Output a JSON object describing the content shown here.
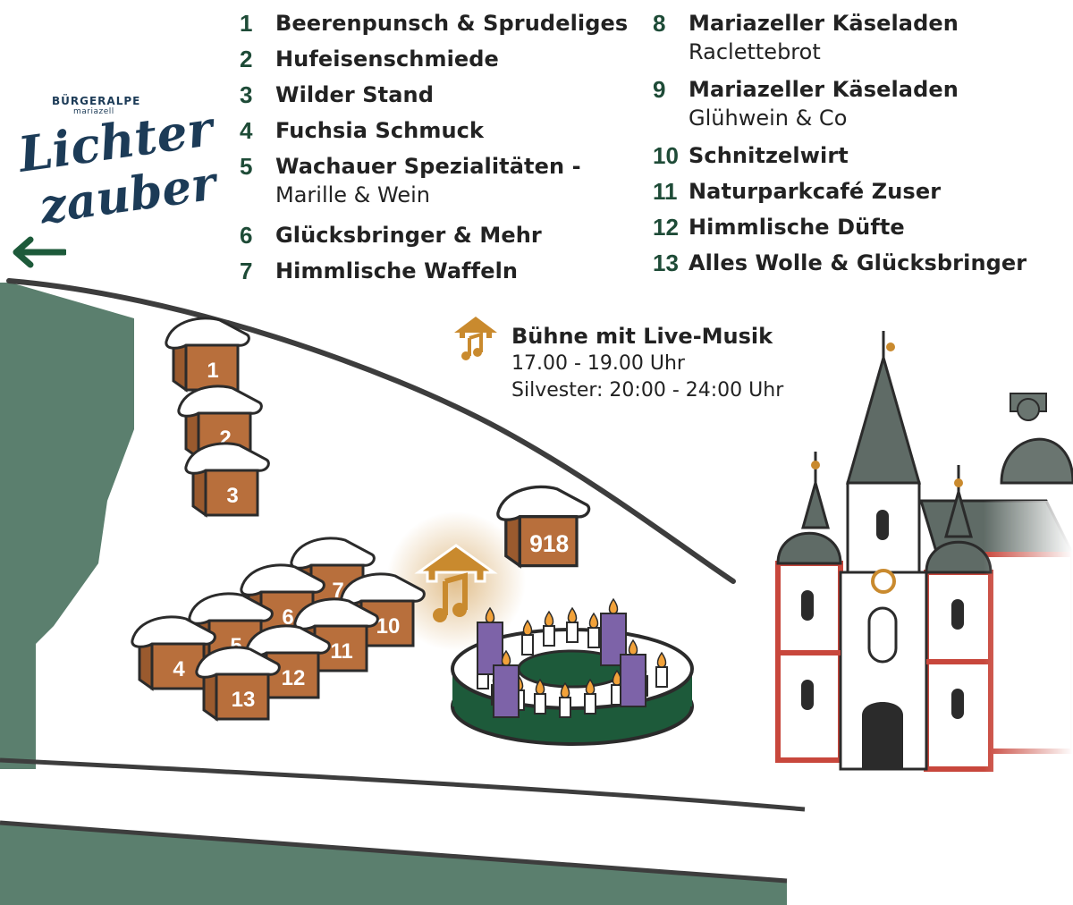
{
  "logo": {
    "brand": "BÜRGERALPE",
    "sub_brand": "mariazell",
    "script_line1": "Lichter",
    "script_line2": "zauber",
    "icon": "arrow-left-icon"
  },
  "legend_left": [
    {
      "num": "1",
      "name": "Beerenpunsch & Sprudeliges",
      "sub": ""
    },
    {
      "num": "2",
      "name": "Hufeisenschmiede",
      "sub": ""
    },
    {
      "num": "3",
      "name": "Wilder Stand",
      "sub": ""
    },
    {
      "num": "4",
      "name": "Fuchsia Schmuck",
      "sub": ""
    },
    {
      "num": "5",
      "name": "Wachauer Spezialitäten -",
      "sub": "Marille & Wein"
    },
    {
      "num": "6",
      "name": "Glücksbringer & Mehr",
      "sub": ""
    },
    {
      "num": "7",
      "name": "Himmlische Waffeln",
      "sub": ""
    }
  ],
  "legend_right": [
    {
      "num": "8",
      "name": "Mariazeller Käseladen",
      "sub": "Raclettebrot"
    },
    {
      "num": "9",
      "name": "Mariazeller Käseladen",
      "sub": "Glühwein & Co"
    },
    {
      "num": "10",
      "name": "Schnitzelwirt",
      "sub": ""
    },
    {
      "num": "11",
      "name": "Naturparkcafé Zuser",
      "sub": ""
    },
    {
      "num": "12",
      "name": "Himmlische Düfte",
      "sub": ""
    },
    {
      "num": "13",
      "name": "Alles Wolle & Glücksbringer",
      "sub": ""
    }
  ],
  "stage": {
    "title": "Bühne mit Live-Musik",
    "times": "17.00 - 19.00 Uhr",
    "silvester": "Silvester: 20:00 - 24:00 Uhr",
    "icon": "stage-music-icon"
  },
  "huts": [
    {
      "label": "1"
    },
    {
      "label": "2"
    },
    {
      "label": "3"
    },
    {
      "label": "918"
    },
    {
      "label": "7"
    },
    {
      "label": "6"
    },
    {
      "label": "10"
    },
    {
      "label": "5"
    },
    {
      "label": "11"
    },
    {
      "label": "4"
    },
    {
      "label": "12"
    },
    {
      "label": "13"
    }
  ],
  "colors": {
    "forest": "#5b7f6e",
    "legend_number": "#1e4b37",
    "hut_wall": "#b86f3c",
    "roof_snow": "#ffffff",
    "wreath": "#1d5a3a",
    "candle": "#7d63a8",
    "church_red": "#c8473c",
    "spire": "#5f6b66",
    "stage_gold": "#c98a2e",
    "logo_navy": "#1c3b57"
  },
  "icons": [
    "church-icon",
    "advent-wreath-icon",
    "hut-icon",
    "snow-roof-icon"
  ]
}
